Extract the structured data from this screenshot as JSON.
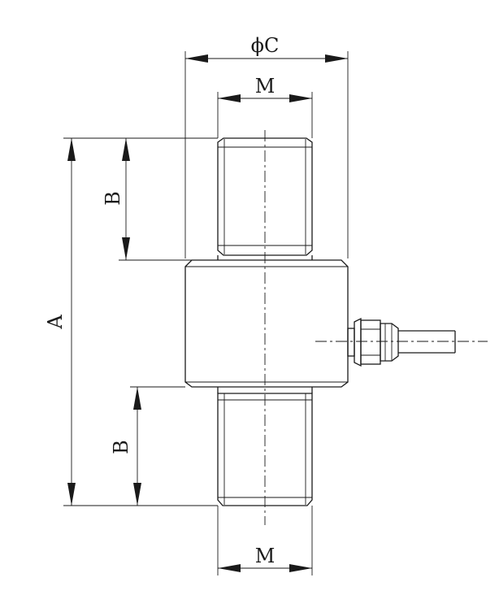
{
  "labels": {
    "outer_diameter": "ϕC",
    "thread_top": "M",
    "thread_bottom": "M",
    "overall_height": "A",
    "thread_length_top": "B",
    "thread_length_bottom": "B"
  }
}
